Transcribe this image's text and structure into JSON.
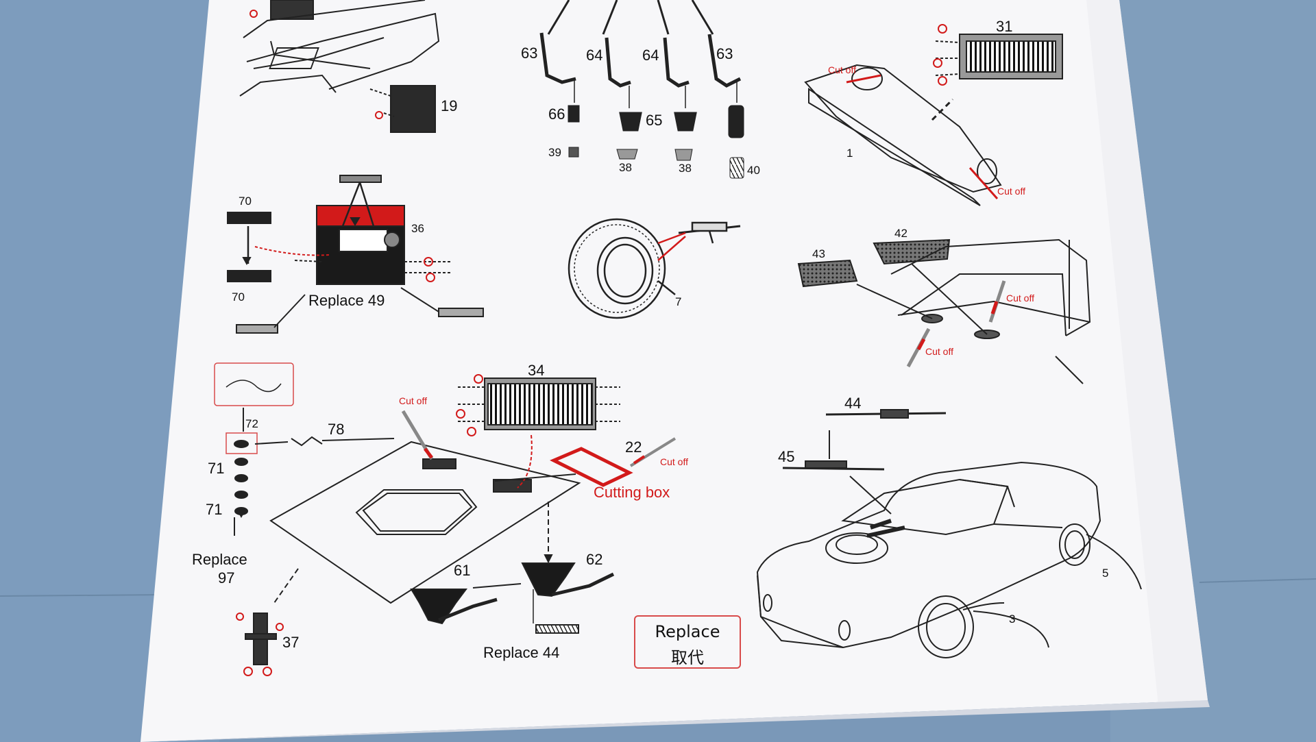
{
  "document": {
    "type": "model kit assembly instructions"
  },
  "part_numbers": {
    "p19": "19",
    "p63a": "63",
    "p64a": "64",
    "p64b": "64",
    "p63b": "63",
    "p66": "66",
    "p65": "65",
    "p39": "39",
    "p38a": "38",
    "p38b": "38",
    "p40": "40",
    "p31": "31",
    "p1": "1",
    "p70a": "70",
    "p70b": "70",
    "p36": "36",
    "p7": "7",
    "p42": "42",
    "p43": "43",
    "p34": "34",
    "p72": "72",
    "p78": "78",
    "p71a": "71",
    "p71b": "71",
    "p22": "22",
    "p44": "44",
    "p45": "45",
    "p61": "61",
    "p62": "62",
    "p37": "37",
    "p5": "5",
    "p3": "3"
  },
  "annotations": {
    "replace_49": "Replace 49",
    "replace_97_line1": "Replace",
    "replace_97_line2": "97",
    "replace_44": "Replace 44",
    "cut_off_1": "Cut off",
    "cut_off_2": "Cut off",
    "cut_off_3": "Cut off",
    "cut_off_4": "Cut off",
    "cut_off_5": "Cut off",
    "cut_off_6": "Cut off",
    "cutting_box": "Cutting box"
  },
  "legend_box": {
    "line1": "Replace",
    "line2": "取代"
  },
  "colors": {
    "background_cloth": "#7f9dbb",
    "paper": "#f7f7f9",
    "ink": "#1a1a1a",
    "accent_red": "#d21a1a",
    "grey_fill": "#8a8a8a"
  }
}
